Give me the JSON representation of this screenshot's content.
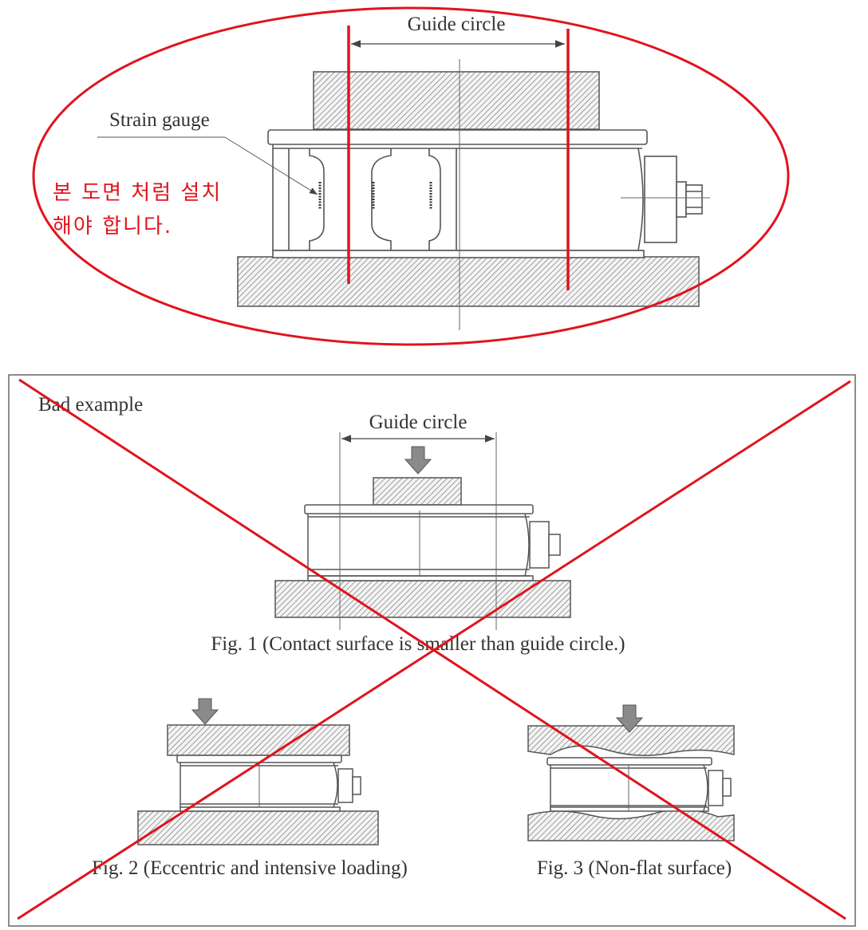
{
  "top_figure": {
    "guide_label": "Guide circle",
    "strain_label": "Strain gauge",
    "note_line1": "본 도면 처럼 설치",
    "note_line2": "해야 합니다."
  },
  "bad_panel": {
    "title": "Bad example",
    "fig1": {
      "guide_label": "Guide circle",
      "caption": "Fig. 1 (Contact surface is smaller than guide circle.)"
    },
    "fig2": {
      "caption": "Fig. 2 (Eccentric and intensive loading)"
    },
    "fig3": {
      "caption": "Fig. 3 (Non-flat surface)"
    }
  },
  "colors": {
    "annotation_red": "#e0141e",
    "line_gray": "#555555",
    "hatch": "#777777"
  }
}
